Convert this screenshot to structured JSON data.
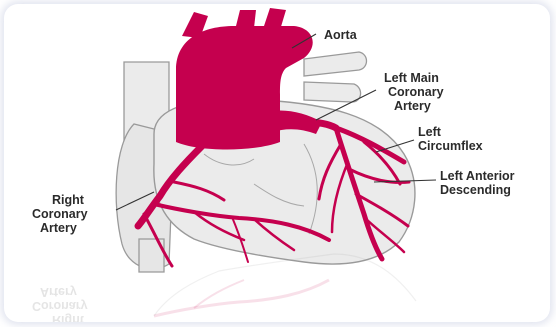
{
  "labels": {
    "aorta": "Aorta",
    "left_main": [
      "Left Main",
      "Coronary",
      "Artery"
    ],
    "left_circumflex": [
      "Left",
      "Circumflex"
    ],
    "left_anterior_descending": [
      "Left Anterior",
      "Descending"
    ],
    "right_coronary": [
      "Right",
      "Coronary",
      "Artery"
    ]
  },
  "colors": {
    "artery": "#c5004e",
    "heart_fill": "#ebebeb",
    "heart_outline": "#9a9a9a",
    "label_text": "#2b2b2b",
    "leader_line": "#333333"
  }
}
